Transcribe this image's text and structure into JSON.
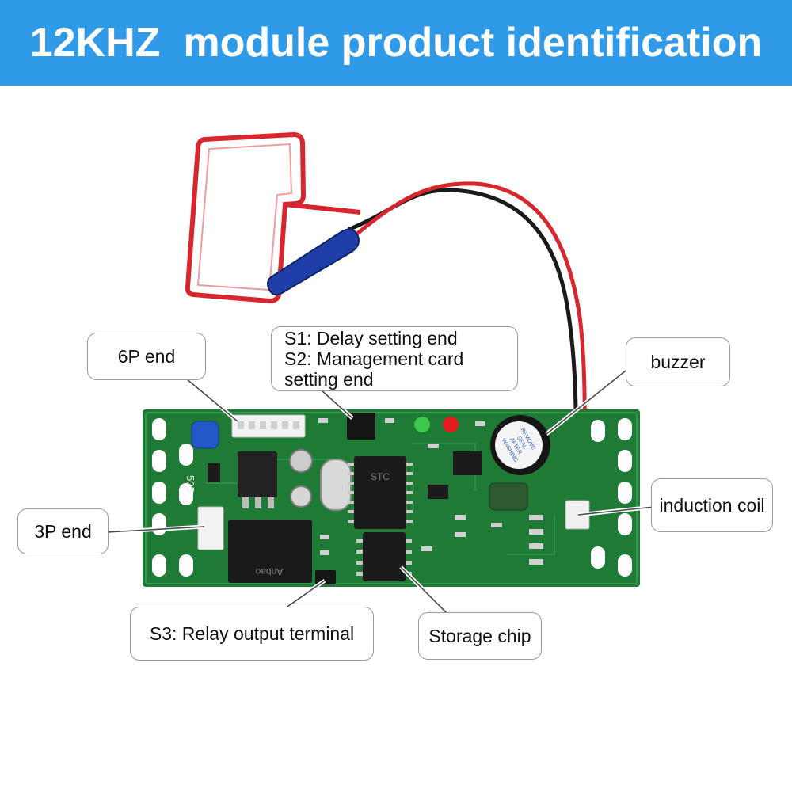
{
  "header": {
    "title": "12KHZ  module product identification",
    "background": "#2f9be8"
  },
  "board": {
    "pcb_color": "#1f7a36",
    "silkscreen_text": "505",
    "chip_label": "STC",
    "buzzer_sticker": [
      "REMOVE",
      "SEAL",
      "AFTER",
      "WASHING"
    ],
    "relay_label": "Anbao"
  },
  "callouts": {
    "six_p_end": "6P end",
    "s1_s2": [
      "S1: Delay setting end",
      "S2: Management card",
      "setting end"
    ],
    "buzzer": "buzzer",
    "induction_coil": "induction coil",
    "three_p_end": "3P end",
    "s3_relay": "S3: Relay output terminal",
    "storage_chip": "Storage chip"
  }
}
